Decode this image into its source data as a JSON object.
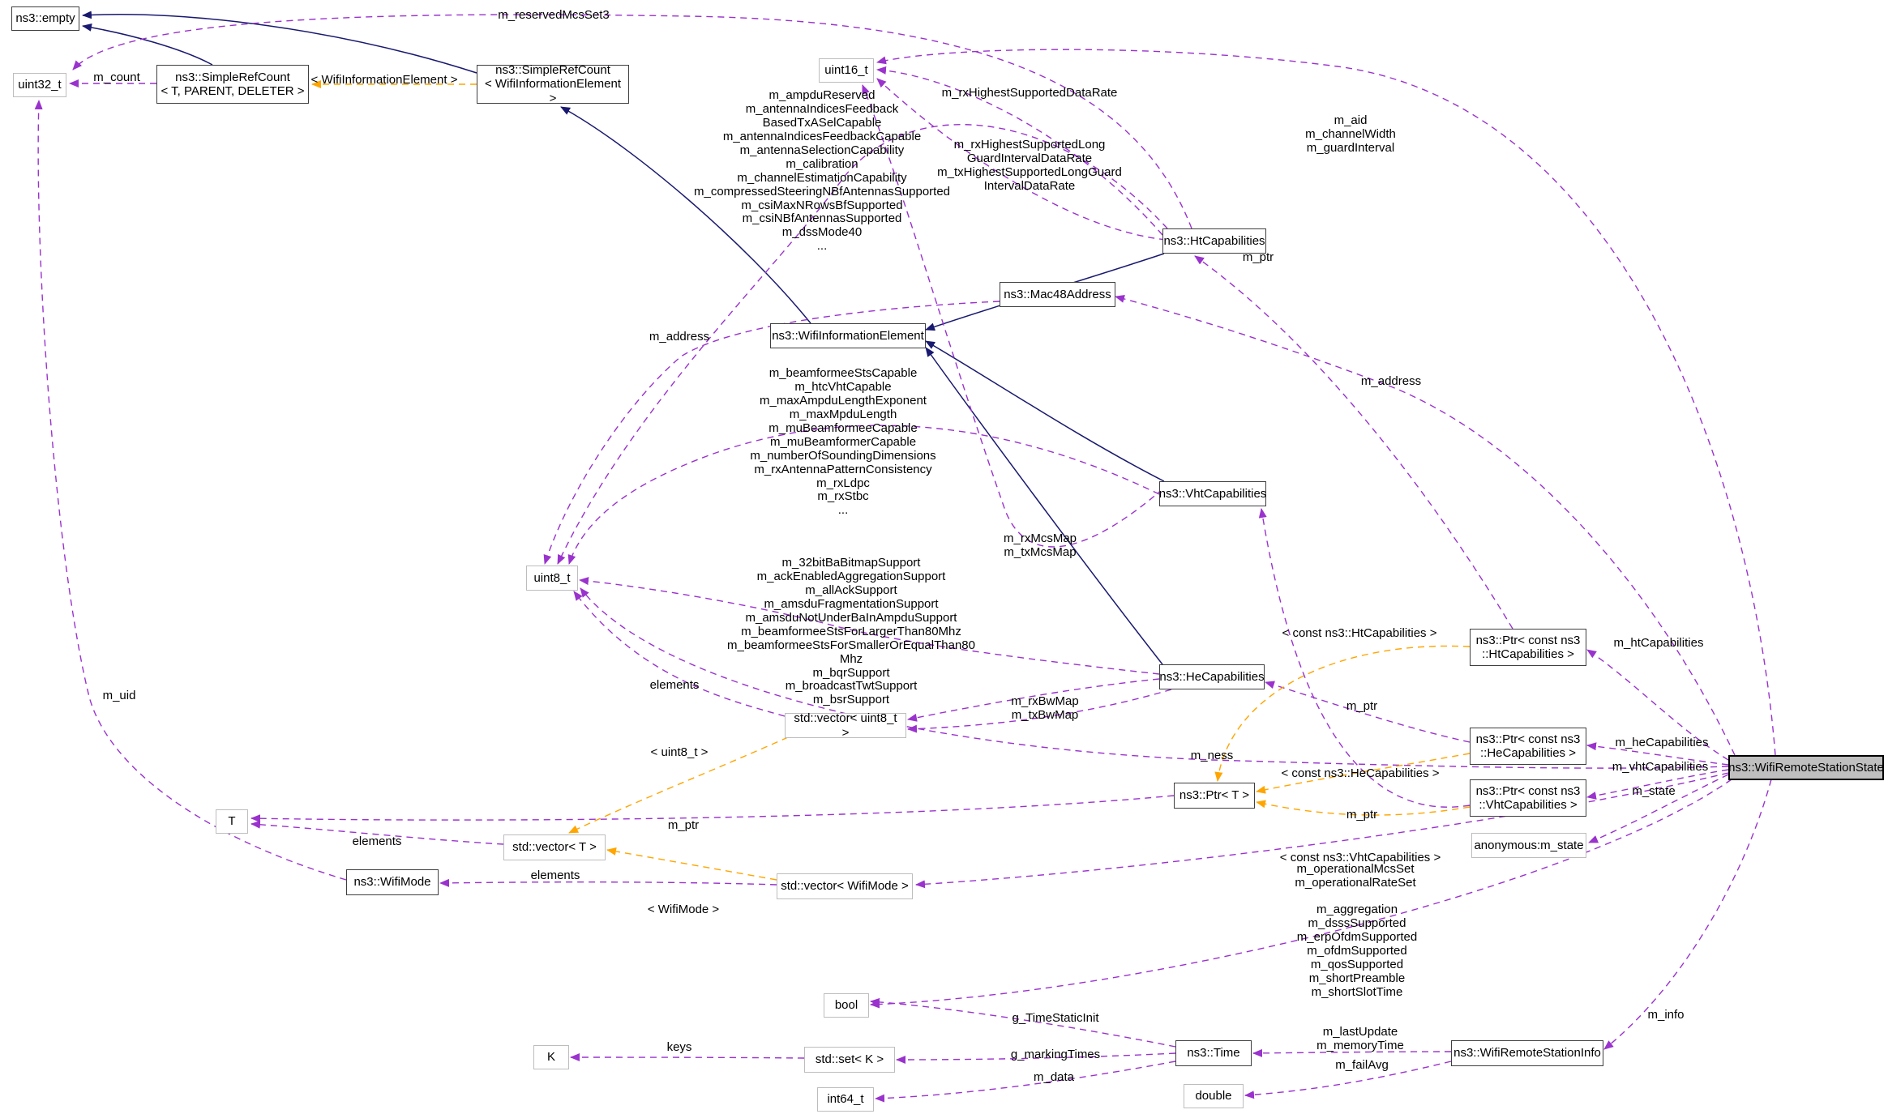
{
  "diagram": {
    "colors": {
      "inheritance": "#191970",
      "member_edge": "#9a32cd",
      "template_edge": "#ffa500",
      "highlight_fill": "#bfbfbf"
    },
    "nodes": {
      "empty": {
        "label": "ns3::empty"
      },
      "uint32": {
        "label": "uint32_t"
      },
      "src_t": {
        "label": "ns3::SimpleRefCount\n< T, PARENT, DELETER >"
      },
      "src_wie": {
        "label": "ns3::SimpleRefCount\n< WifiInformationElement >"
      },
      "uint16": {
        "label": "uint16_t"
      },
      "ht": {
        "label": "ns3::HtCapabilities"
      },
      "mac48": {
        "label": "ns3::Mac48Address"
      },
      "wie": {
        "label": "ns3::WifiInformationElement"
      },
      "vht": {
        "label": "ns3::VhtCapabilities"
      },
      "uint8": {
        "label": "uint8_t"
      },
      "he": {
        "label": "ns3::HeCapabilities"
      },
      "vec_u8": {
        "label": "std::vector< uint8_t >"
      },
      "ptr_ht": {
        "label": "ns3::Ptr< const ns3\n::HtCapabilities >"
      },
      "ptr_he": {
        "label": "ns3::Ptr< const ns3\n::HeCapabilities >"
      },
      "ptr_vht": {
        "label": "ns3::Ptr< const ns3\n::VhtCapabilities >"
      },
      "ptr_t": {
        "label": "ns3::Ptr< T >"
      },
      "anon": {
        "label": "anonymous:m_state"
      },
      "wrss": {
        "label": "ns3::WifiRemoteStationState"
      },
      "t": {
        "label": "T"
      },
      "vec_t": {
        "label": "std::vector< T >"
      },
      "wifimode": {
        "label": "ns3::WifiMode"
      },
      "vec_wm": {
        "label": "std::vector< WifiMode >"
      },
      "bool": {
        "label": "bool"
      },
      "k": {
        "label": "K"
      },
      "set_k": {
        "label": "std::set< K >"
      },
      "time": {
        "label": "ns3::Time"
      },
      "int64": {
        "label": "int64_t"
      },
      "double": {
        "label": "double"
      },
      "info": {
        "label": "ns3::WifiRemoteStationInfo"
      }
    },
    "labels": {
      "m_reservedMcsSet3": "m_reservedMcsSet3",
      "m_count": "m_count",
      "tpl_wifiinformationelement": "< WifiInformationElement >",
      "m_rxHighestSupportedDataRate": "m_rxHighestSupportedDataRate",
      "rx_tx_highest_long": "m_rxHighestSupportedLong\nGuardIntervalDataRate\nm_txHighestSupportedLongGuard\nIntervalDataRate",
      "aid_block": "m_aid\nm_channelWidth\nm_guardInterval",
      "ampdu_block": "m_ampduReserved\nm_antennaIndicesFeedback\nBasedTxASelCapable\nm_antennaIndicesFeedbackCapable\nm_antennaSelectionCapability\nm_calibration\nm_channelEstimationCapability\nm_compressedSteeringNBfAntennasSupported\nm_csiMaxNRowsBfSupported\nm_csiNBfAntennasSupported\nm_dssMode40\n...",
      "m_ptr_ht": "m_ptr",
      "m_address_right": "m_address",
      "m_address_left": "m_address",
      "beamformee_block": "m_beamformeeStsCapable\nm_htcVhtCapable\nm_maxAmpduLengthExponent\nm_maxMpduLength\nm_muBeamformeeCapable\nm_muBeamformerCapable\nm_numberOfSoundingDimensions\nm_rxAntennaPatternConsistency\nm_rxLdpc\nm_rxStbc\n...",
      "mcsmap_block": "m_rxMcsMap\nm_txMcsMap",
      "ba_block": "m_32bitBaBitmapSupport\nm_ackEnabledAggregationSupport\nm_allAckSupport\nm_amsduFragmentationSupport\nm_amsduNotUnderBaInAmpduSupport\nm_beamformeeStsForLargerThan80Mhz\nm_beamformeeStsForSmallerOrEqualThan80\nMhz\nm_bqrSupport\nm_broadcastTwtSupport\nm_bsrSupport\n...",
      "elements_u8": "elements",
      "bwmap_block": "m_rxBwMap\nm_txBwMap",
      "m_ness": "m_ness",
      "tpl_const_ht": "< const ns3::HtCapabilities >",
      "m_ptr_he": "m_ptr",
      "tpl_const_he": "< const ns3::HeCapabilities >",
      "m_ptr_vht": "m_ptr",
      "tpl_const_vht": "< const ns3::VhtCapabilities >",
      "m_htCapabilities": "m_htCapabilities",
      "m_heCapabilities": "m_heCapabilities",
      "m_vhtCapabilities": "m_vhtCapabilities",
      "m_state": "m_state",
      "tpl_uint8": "< uint8_t >",
      "m_uid": "m_uid",
      "m_ptr_t": "m_ptr",
      "elements_t": "elements",
      "tpl_wifimode": "< WifiMode >",
      "elements_wm": "elements",
      "operational_block": "m_operationalMcsSet\nm_operationalRateSet",
      "aggregation_block": "m_aggregation\nm_dsssSupported\nm_erpOfdmSupported\nm_ofdmSupported\nm_qosSupported\nm_shortPreamble\nm_shortSlotTime",
      "g_TimeStaticInit": "g_TimeStaticInit",
      "m_info": "m_info",
      "keys": "keys",
      "g_markingTimes": "g_markingTimes",
      "m_data": "m_data",
      "lastupdate_block": "m_lastUpdate\nm_memoryTime",
      "m_failAvg": "m_failAvg"
    }
  }
}
